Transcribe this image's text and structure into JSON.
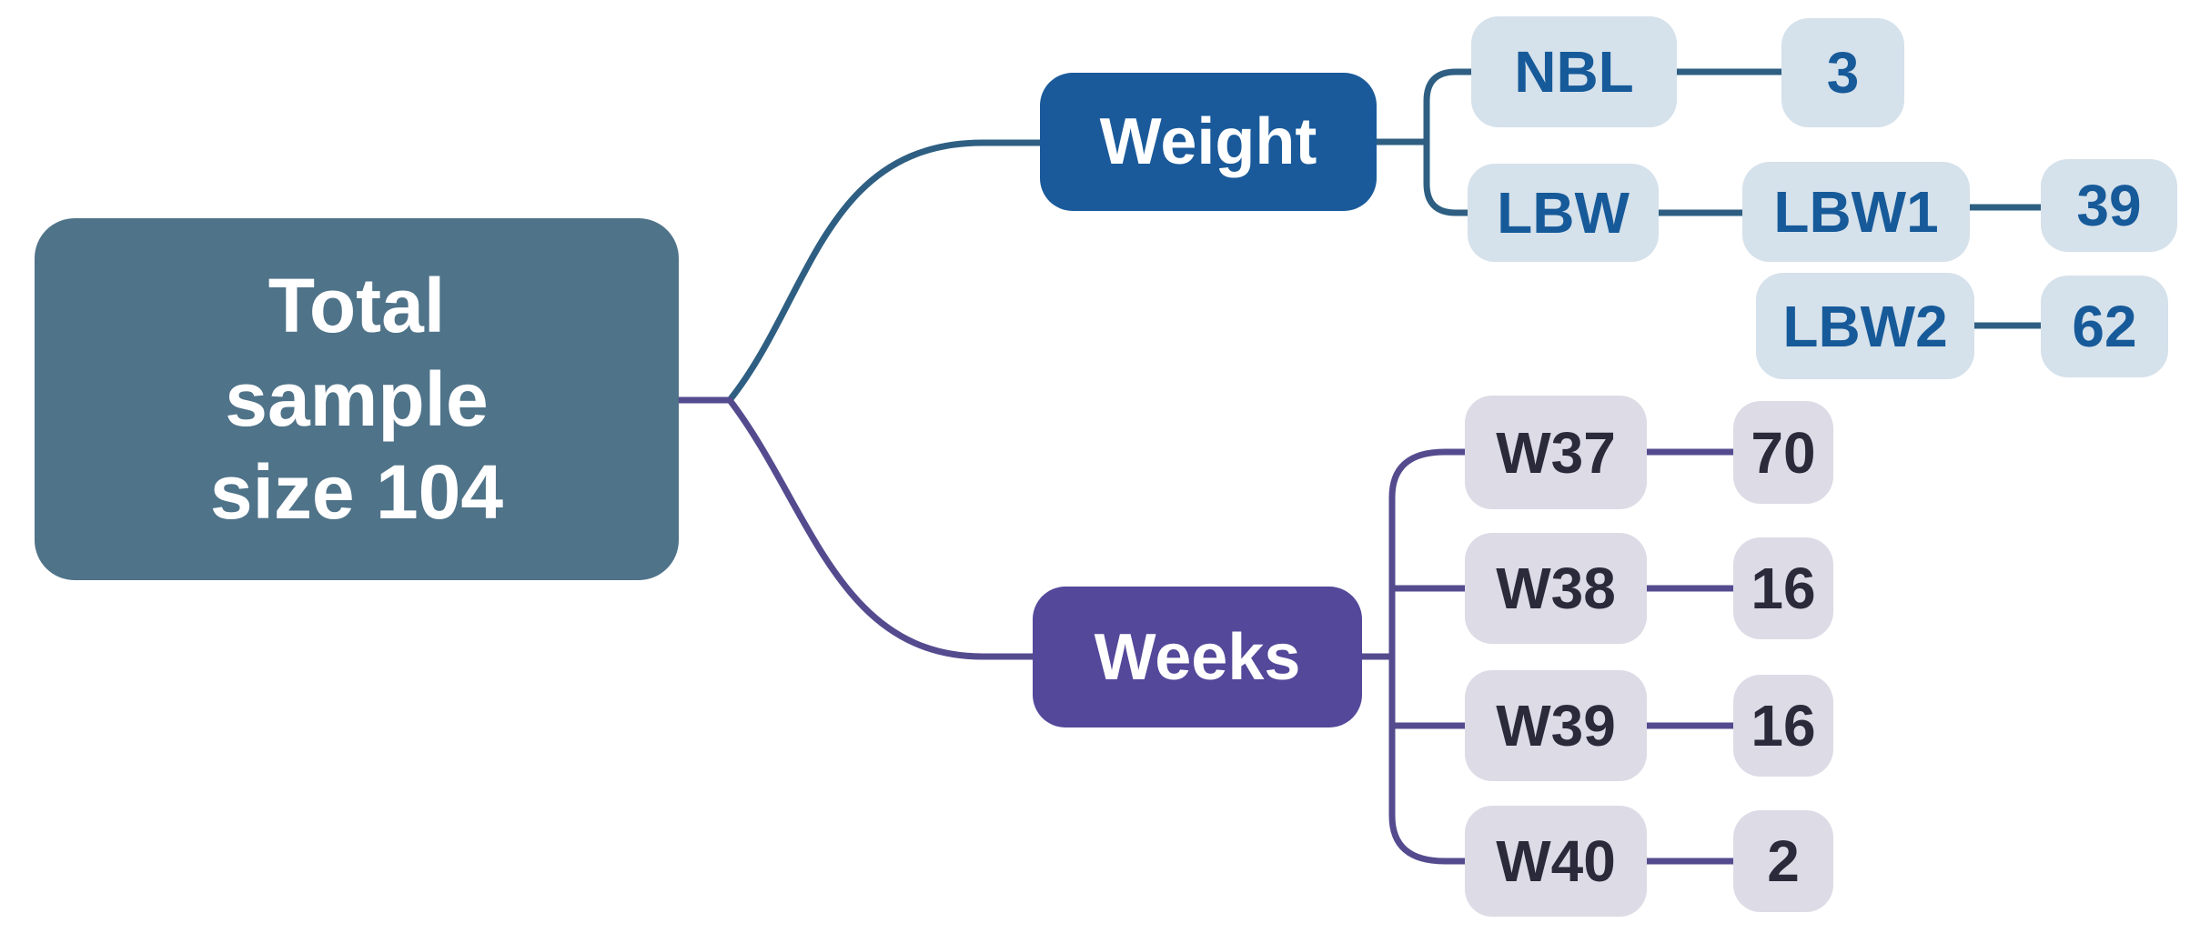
{
  "colors": {
    "root_bg": "#4f7389",
    "weight_bg": "#1a5a9a",
    "weeks_bg": "#53489a",
    "weight_child_bg": "#d5e1eb",
    "weight_child_text": "#175a99",
    "weeks_child_bg": "#dddbe6",
    "weeks_child_text": "#2b2a3a",
    "line_blue": "#2e5f82",
    "line_purple": "#544b8f",
    "node_text": "#ffffff"
  },
  "root": {
    "label": "Total sample size 104"
  },
  "weight": {
    "label": "Weight",
    "nbl": {
      "label": "NBL",
      "value": "3"
    },
    "lbw": {
      "label": "LBW"
    },
    "lbw1": {
      "label": "LBW1",
      "value": "39"
    },
    "lbw2": {
      "label": "LBW2",
      "value": "62"
    }
  },
  "weeks": {
    "label": "Weeks",
    "w37": {
      "label": "W37",
      "value": "70"
    },
    "w38": {
      "label": "W38",
      "value": "16"
    },
    "w39": {
      "label": "W39",
      "value": "16"
    },
    "w40": {
      "label": "W40",
      "value": "2"
    }
  }
}
